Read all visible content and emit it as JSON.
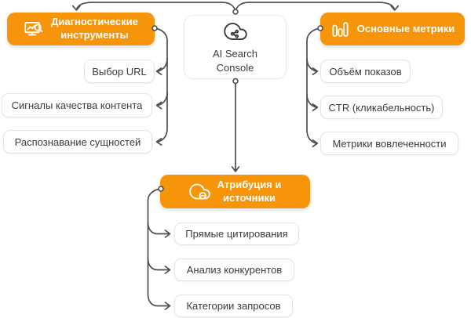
{
  "title": "AI Search Console mind map",
  "colors": {
    "accent": "#F7950A",
    "connector": "#4E4E4E",
    "node_border": "#E4E4E4",
    "text": "#3B3B3B",
    "accent_text": "#FFFFFF"
  },
  "center": {
    "icon": "cloud-share-icon",
    "lines": [
      "AI Search",
      "Console"
    ]
  },
  "branches": [
    {
      "id": "diagnostics",
      "icon": "monitor-search-icon",
      "lines": [
        "Диагностические",
        "инструменты"
      ],
      "children": [
        "Выбор URL",
        "Сигналы качества контента",
        "Распознавание сущностей"
      ]
    },
    {
      "id": "metrics",
      "icon": "bar-chart-icon",
      "lines": [
        "Основные метрики"
      ],
      "children": [
        "Объём показов",
        "CTR (кликабельность)",
        "Метрики вовлеченности"
      ]
    },
    {
      "id": "attribution",
      "icon": "cloud-link-icon",
      "lines": [
        "Атрибуция и",
        "источники"
      ],
      "children": [
        "Прямые цитирования",
        "Анализ конкурентов",
        "Категории запросов"
      ]
    }
  ]
}
